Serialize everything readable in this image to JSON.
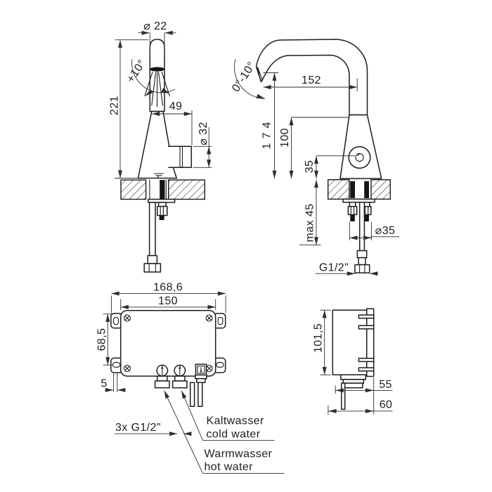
{
  "colors": {
    "line": "#1d1d1d",
    "dimension": "#2e2e2e",
    "fill_black": "#151515",
    "background": "#ffffff"
  },
  "labels": {
    "side_view": {
      "spout_diameter": "⌀ 22",
      "swivel_angle": "+10°",
      "total_height": "221",
      "spout_reach": "49",
      "outlet_diameter": "⌀ 32"
    },
    "front_view": {
      "outlet_angle": "0°-10°",
      "spout_reach": "152",
      "outlet_height": "174",
      "body_height": "100",
      "sensor_height": "35",
      "counter_thickness": "max 45",
      "shank_diameter": "⌀35",
      "hose_thread": "G1/2\""
    },
    "box_top_view": {
      "total_width": "168,6",
      "mounting_width": "150",
      "mounting_height": "68,5",
      "tab_offset": "5",
      "connection_threads": "3x G1/2\"",
      "cold_de": "Kaltwasser",
      "cold_en": "cold water",
      "hot_de": "Warmwasser",
      "hot_en": "hot water"
    },
    "box_side_view": {
      "height": "101,5",
      "depth_body": "55",
      "depth_total": "60"
    }
  }
}
